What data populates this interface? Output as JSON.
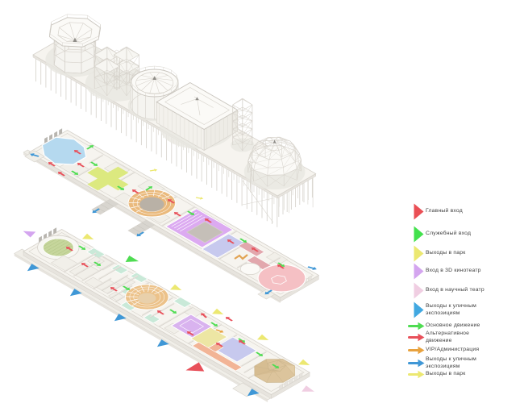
{
  "page": {
    "background": "#ffffff",
    "description": "Exploded axonometric circulation diagram of a pier pavilion complex"
  },
  "colors": {
    "zones": {
      "pool": "#b5d9ef",
      "cross": "#dce97f",
      "amph_ring": "#eaba7d",
      "amph_floor": "#b9b1a6",
      "cinema": "#dcaaf1",
      "periwinkle": "#c7c9ee",
      "science": "#f5c0c4",
      "corridor": "#e2a7ad",
      "lawn": "#c6d69c",
      "mint": "#c9e9d8",
      "lavender": "#d9b3ef",
      "pale_yellow": "#ede6a4",
      "salmon": "#f2b496",
      "tan_dome": "#dcc49c",
      "orange_stairs": "#e2a352"
    },
    "flows": {
      "main": "#4fdc52",
      "alt": "#e8505a",
      "vip": "#e8a23f",
      "street": "#3f97d6",
      "park": "#ece871"
    }
  },
  "legend": {
    "items": [
      {
        "type": "triangle",
        "color": "#ea4f55",
        "label": "Главный вход"
      },
      {
        "type": "triangle",
        "color": "#43e14d",
        "label": "Служебный вход"
      },
      {
        "type": "triangle",
        "color": "#ece871",
        "label": "Выходы в парк"
      },
      {
        "type": "triangle",
        "color": "#d4a5ef",
        "label": "Вход в 3D кинотеатр"
      },
      {
        "type": "triangle",
        "color": "#f0cee2",
        "label": "Вход в научный театр"
      },
      {
        "type": "triangle",
        "color": "#41a8e1",
        "label": "Выходы к уличным\nэкспозициям"
      },
      {
        "type": "arrow",
        "color": "#4fdc52",
        "label": "Основное движение"
      },
      {
        "type": "arrow",
        "color": "#e8505a",
        "label": "Альтернативное\nдвижение"
      },
      {
        "type": "arrow",
        "color": "#e8a23f",
        "label": "VIP/Администрация"
      },
      {
        "type": "arrow",
        "color": "#3f97d6",
        "label": "Выходы к уличным\nэкспозициям"
      },
      {
        "type": "arrow",
        "color": "#ece871",
        "label": "Выходы в парк"
      }
    ]
  }
}
